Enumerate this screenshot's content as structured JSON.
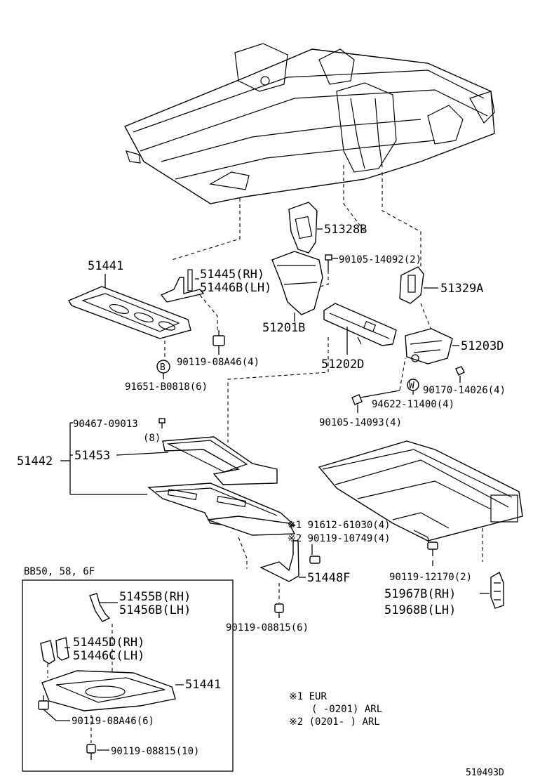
{
  "diagram_code": "510493D",
  "labels": {
    "p51328B": "51328B",
    "p90105_14092": "90105-14092(2)",
    "p51441_top": "51441",
    "p51445_rh": "51445(RH)",
    "p51446B_lh": "51446B(LH)",
    "p51329A": "51329A",
    "p51201B": "51201B",
    "p51203D": "51203D",
    "p51202D": "51202D",
    "p90119_08A46_4": "90119-08A46(4)",
    "p90170_14026": "90170-14026(4)",
    "marker_B": "B",
    "marker_W": "W",
    "p91651_B0818": "91651-B0818(6)",
    "p94622_11400": "94622-11400(4)",
    "p90105_14093": "90105-14093(4)",
    "p90467_09013": "90467-09013",
    "qty_8": "(8)",
    "p51442": "51442",
    "p51453": "51453",
    "p91612_61030": "※1 91612-61030(4)",
    "p90119_10749": "※2 90119-10749(4)",
    "p51448F": "51448F",
    "p90119_12170": "90119-12170(2)",
    "p51967B": "51967B(RH)",
    "p51968B": "51968B(LH)",
    "p90119_08815_6": "90119-08815(6)"
  },
  "inset": {
    "title": "BB50, 58, 6F",
    "p51455B": "51455B(RH)",
    "p51456B": "51456B(LH)",
    "p51445D": "51445D(RH)",
    "p51446C": "51446C(LH)",
    "p51441": "51441",
    "p90119_08A46_6": "90119-08A46(6)",
    "p90119_08815_10": "90119-08815(10)"
  },
  "notes": {
    "n1_line1": "※1 EUR",
    "n1_line2": "(       -0201) ARL",
    "n2_line": "※2 (0201-       ) ARL"
  }
}
